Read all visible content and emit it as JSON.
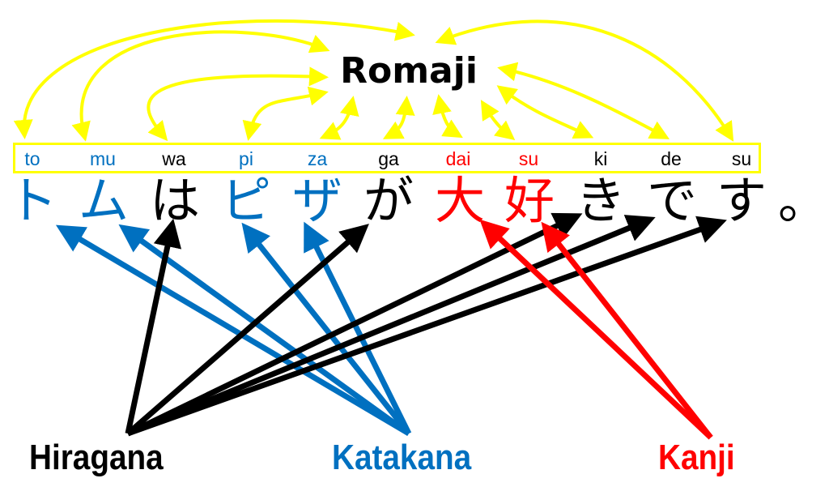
{
  "title": "Romaji",
  "colors": {
    "katakana": "#0070c0",
    "hiragana": "#000000",
    "kanji": "#ff0000",
    "romaji_arrows": "#ffff00"
  },
  "sentence": [
    {
      "kana": "ト",
      "romaji": "to",
      "script": "katakana"
    },
    {
      "kana": "ム",
      "romaji": "mu",
      "script": "katakana"
    },
    {
      "kana": "は",
      "romaji": "wa",
      "script": "hiragana"
    },
    {
      "kana": "ピ",
      "romaji": "pi",
      "script": "katakana"
    },
    {
      "kana": "ザ",
      "romaji": "za",
      "script": "katakana"
    },
    {
      "kana": "が",
      "romaji": "ga",
      "script": "hiragana"
    },
    {
      "kana": "大",
      "romaji": "dai",
      "script": "kanji"
    },
    {
      "kana": "好",
      "romaji": "su",
      "script": "kanji"
    },
    {
      "kana": "き",
      "romaji": "ki",
      "script": "hiragana"
    },
    {
      "kana": "で",
      "romaji": "de",
      "script": "hiragana"
    },
    {
      "kana": "す",
      "romaji": "su",
      "script": "hiragana"
    },
    {
      "kana": "。",
      "romaji": "",
      "script": "punctuation"
    }
  ],
  "labels": {
    "hiragana": "Hiragana",
    "katakana": "Katakana",
    "kanji": "Kanji"
  }
}
